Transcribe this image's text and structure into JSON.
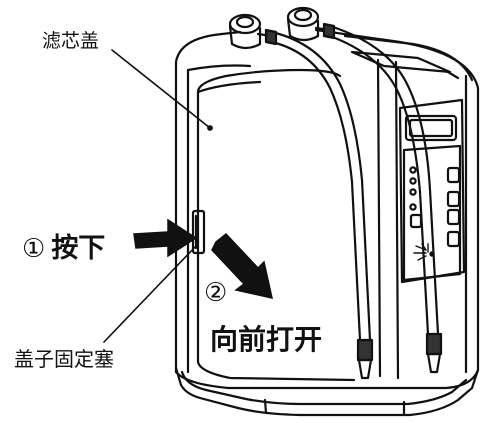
{
  "labels": {
    "filter_cover": "滤芯盖",
    "step1_number": "①",
    "step1_text": "按下",
    "step2_number": "②",
    "step2_text": "向前打开",
    "cover_plug": "盖子固定塞"
  },
  "colors": {
    "line": "#111111",
    "background": "#ffffff",
    "hose_band": "#333333"
  },
  "icons": {
    "push_arrow": "right-arrow",
    "open_arrow": "down-right-arrow"
  }
}
